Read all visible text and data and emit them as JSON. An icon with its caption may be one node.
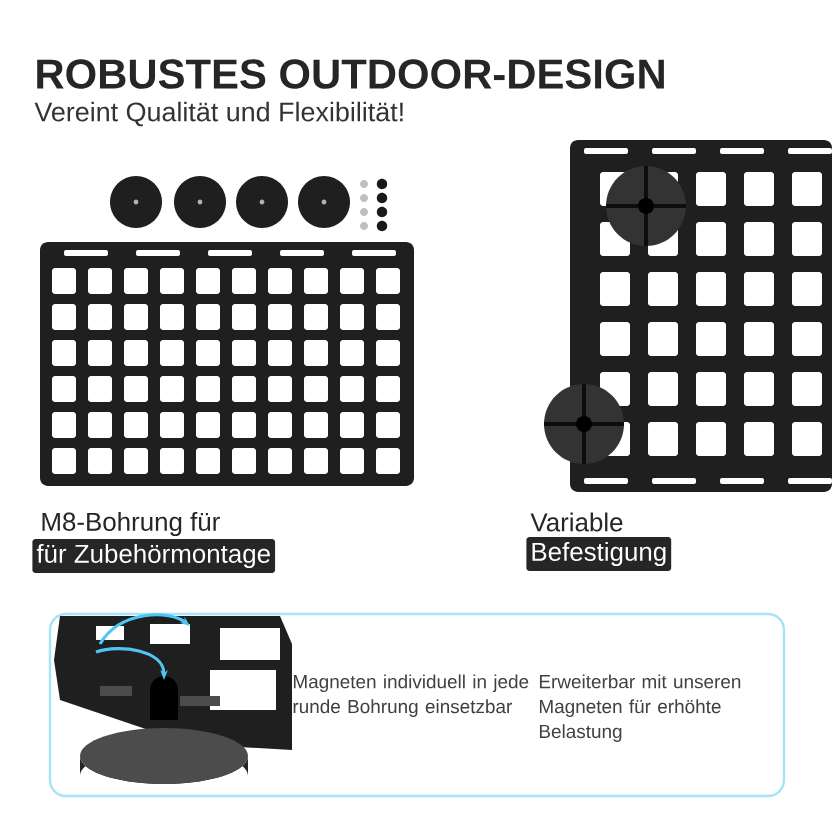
{
  "diagram": {
    "title": "ROBUSTES OUTDOOR-DESIGN",
    "nodes": [
      {
        "text": [
          "Magneten individuell in jede runde Bohrung einsetzbar",
          "Erweiterbar mit unseren Magneten für erhöhte Belastung"
        ]
      }
    ],
    "labels": [
      "Vereint Qualität und Flexibilität!",
      "M8-Bohrung für",
      "für Zubehörmontage",
      "Variable",
      "Befestigung"
    ]
  }
}
